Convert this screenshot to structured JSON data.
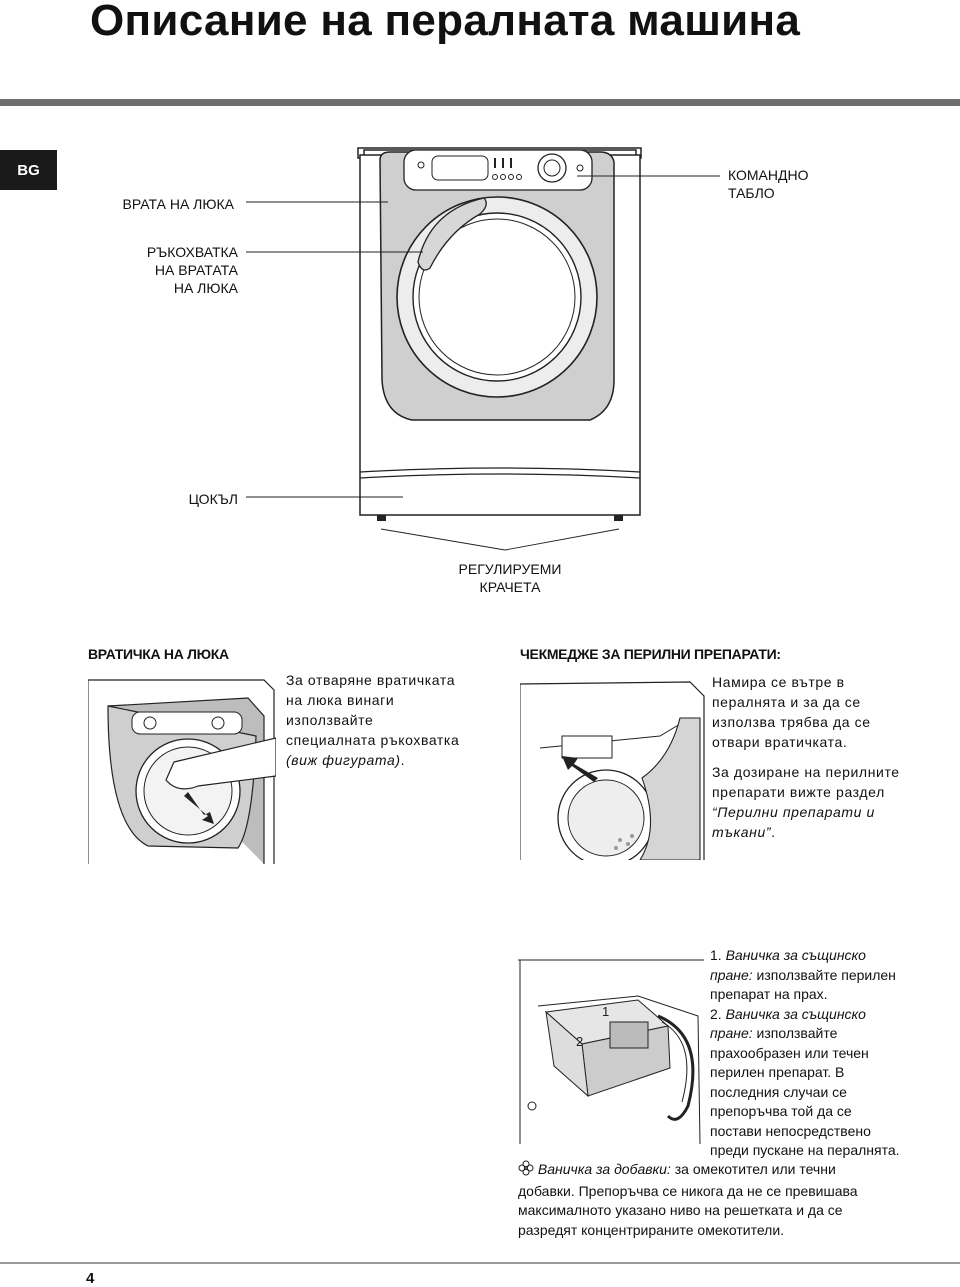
{
  "header": {
    "title": "Описание на пералната машина",
    "lang_tab": "BG"
  },
  "machine_labels": {
    "door": "ВРАТА НА ЛЮКА",
    "handle": [
      "РЪКОХВАТКА",
      "НА ВРАТАТА",
      "НА ЛЮКА"
    ],
    "control_panel": [
      "КОМАНДНО",
      "ТАБЛО"
    ],
    "plinth": "ЦОКЪЛ",
    "feet": [
      "РЕГУЛИРУЕМИ",
      "КРАЧЕТА"
    ]
  },
  "door_section": {
    "heading": "ВРАТИЧКА НА ЛЮКА",
    "lines": [
      "За отваряне вратичката",
      "на люка винаги",
      "използвайте",
      "специалната ръкохватка"
    ],
    "italic_line": "(виж фигурата)",
    "italic_tail": "."
  },
  "drawer_section": {
    "heading": "ЧЕКМЕДЖЕ ЗА ПЕРИЛНИ ПРЕПАРАТИ:",
    "lines1": [
      "Намира се вътре в",
      "пералнята и за да се",
      "използва трябва да се",
      "отвари вратичката."
    ],
    "lines2": [
      "За дозиране на перилните",
      "препарати вижте раздел"
    ],
    "italic_lines": [
      "“Перилни препарати и",
      "тъкани”"
    ],
    "italic_tail": "."
  },
  "compartments": {
    "item1_num": "1.",
    "item1_italic": [
      "Ваничка за същинско",
      "пране:"
    ],
    "item1_rest": [
      " използвайте перилен",
      "препарат на прах."
    ],
    "item2_num": "2.",
    "item2_italic": [
      "Ваничка за същинско",
      "пране:"
    ],
    "item2_rest": [
      " използвайте",
      "прахообразен или течен",
      "перилен препарат. В",
      "последния случаи се",
      "препоръчва той да се",
      "постави непосредствено",
      "преди пускане на пералнята."
    ],
    "additive_italic": "Ваничка за добавки:",
    "additive_rest": [
      " за омекотител или течни",
      "добавки. Препоръчва се никога да не се превишава",
      "максималното указано ниво на решетката и да се",
      "разредят концентрираните омекотители."
    ],
    "figure_numbers": [
      "1",
      "2"
    ],
    "flower_icon": "flower-icon"
  },
  "footer": {
    "page_number": "4"
  }
}
